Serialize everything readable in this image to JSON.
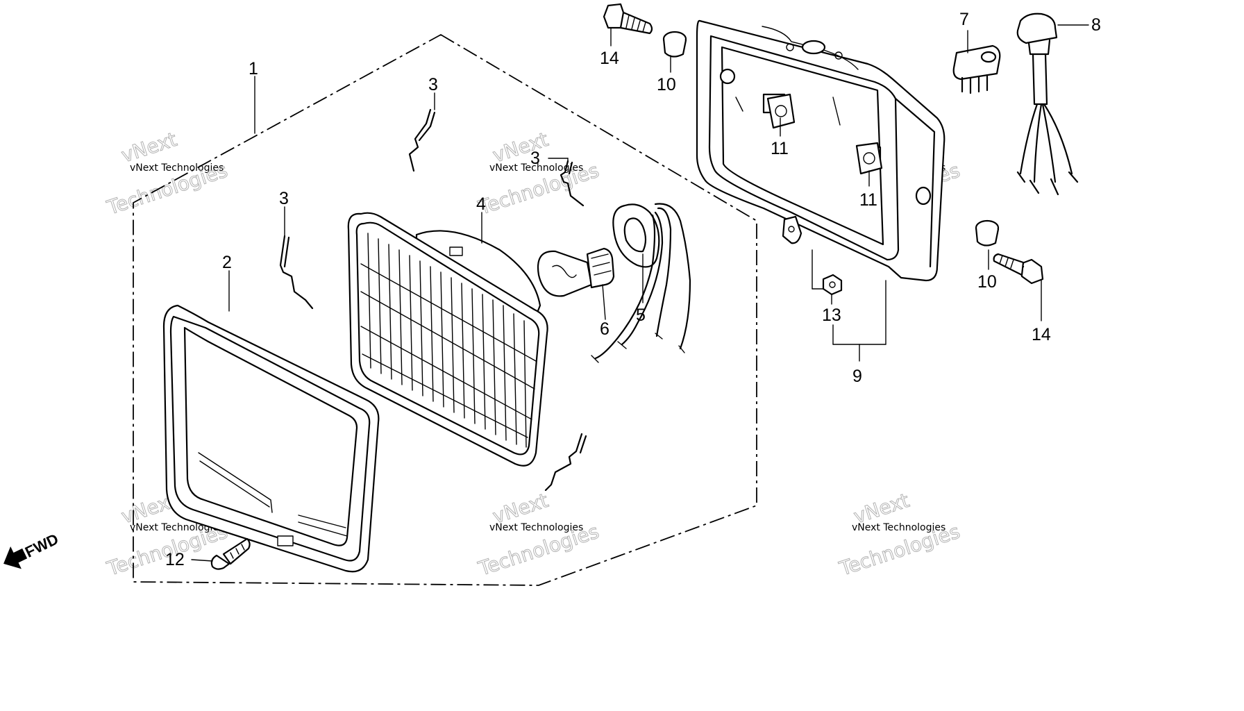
{
  "callouts": [
    {
      "id": "c1",
      "label": "1"
    },
    {
      "id": "c2",
      "label": "2"
    },
    {
      "id": "c3a",
      "label": "3"
    },
    {
      "id": "c3b",
      "label": "3"
    },
    {
      "id": "c3c",
      "label": "3"
    },
    {
      "id": "c4",
      "label": "4"
    },
    {
      "id": "c5",
      "label": "5"
    },
    {
      "id": "c6",
      "label": "6"
    },
    {
      "id": "c7",
      "label": "7"
    },
    {
      "id": "c8",
      "label": "8"
    },
    {
      "id": "c9",
      "label": "9"
    },
    {
      "id": "c10a",
      "label": "10"
    },
    {
      "id": "c10b",
      "label": "10"
    },
    {
      "id": "c11a",
      "label": "11"
    },
    {
      "id": "c11b",
      "label": "11"
    },
    {
      "id": "c12",
      "label": "12"
    },
    {
      "id": "c13",
      "label": "13"
    },
    {
      "id": "c14a",
      "label": "14"
    },
    {
      "id": "c14b",
      "label": "14"
    }
  ],
  "direction_label": "FWD",
  "watermark": {
    "company_line": "vNext Technologies",
    "brand_top": "vNext",
    "brand_bottom": "Technologies"
  }
}
